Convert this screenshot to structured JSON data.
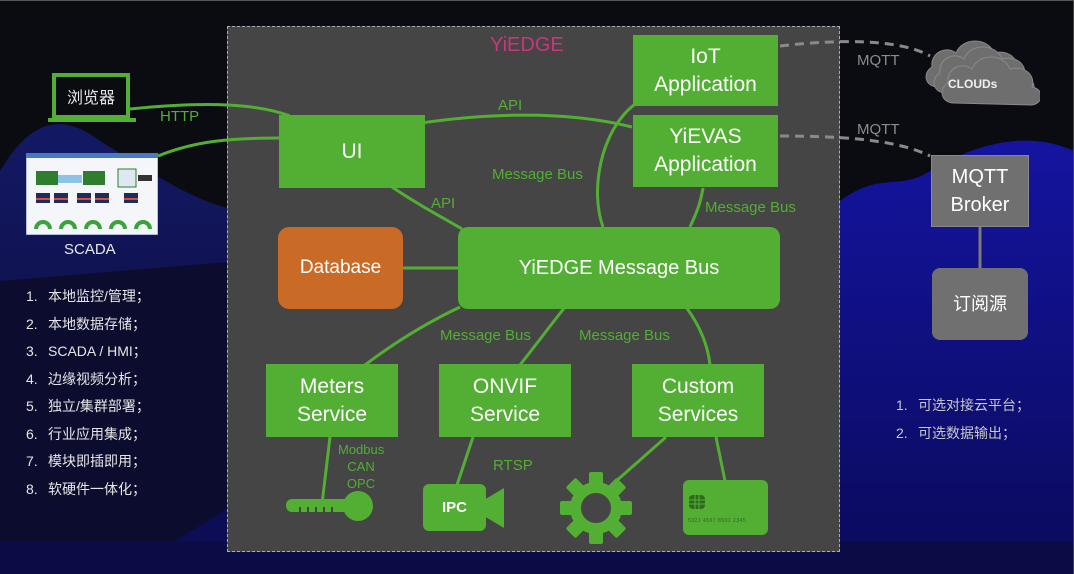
{
  "diagram": {
    "title": "YiEDGE",
    "colors": {
      "accent_green": "#53ae34",
      "title_magenta": "#c8367c",
      "database_orange": "#c96a27",
      "external_gray": "#707070",
      "panel_gray": "#454545"
    },
    "left": {
      "browser_label": "浏览器",
      "http_label": "HTTP",
      "scada_label": "SCADA",
      "features": [
        {
          "num": "1.",
          "text": "本地监控/管理；"
        },
        {
          "num": "2.",
          "text": "本地数据存储；"
        },
        {
          "num": "3.",
          "text": "SCADA / HMI；"
        },
        {
          "num": "4.",
          "text": "边缘视频分析；"
        },
        {
          "num": "5.",
          "text": "独立/集群部署；"
        },
        {
          "num": "6.",
          "text": "行业应用集成；"
        },
        {
          "num": "7.",
          "text": "模块即插即用；"
        },
        {
          "num": "8.",
          "text": "软硬件一体化；"
        }
      ]
    },
    "nodes": {
      "ui": "UI",
      "iot_app_line1": "IoT",
      "iot_app_line2": "Application",
      "yievas_line1": "YiEVAS",
      "yievas_line2": "Application",
      "database": "Database",
      "message_bus": "YiEDGE Message Bus",
      "meters_line1": "Meters",
      "meters_line2": "Service",
      "onvif_line1": "ONVIF",
      "onvif_line2": "Service",
      "custom_line1": "Custom",
      "custom_line2": "Services"
    },
    "edge_labels": {
      "api_top": "API",
      "api_ui_bus": "API",
      "msgbus_iot": "Message Bus",
      "msgbus_yievas": "Message Bus",
      "msgbus_meters": "Message Bus",
      "msgbus_onvif": "Message Bus",
      "protocols_line1": "Modbus",
      "protocols_line2": "CAN",
      "protocols_line3": "OPC",
      "rtsp": "RTSP"
    },
    "devices": {
      "ipc": "IPC",
      "card_number": "5321 4567 8901 2345"
    },
    "right": {
      "mqtt_cloud": "MQTT",
      "mqtt_broker_link": "MQTT",
      "clouds": "CLOUDs",
      "broker_line1": "MQTT",
      "broker_line2": "Broker",
      "subscriber": "订阅源",
      "options": [
        {
          "num": "1.",
          "text": "可选对接云平台；"
        },
        {
          "num": "2.",
          "text": "可选数据输出；"
        }
      ]
    }
  }
}
